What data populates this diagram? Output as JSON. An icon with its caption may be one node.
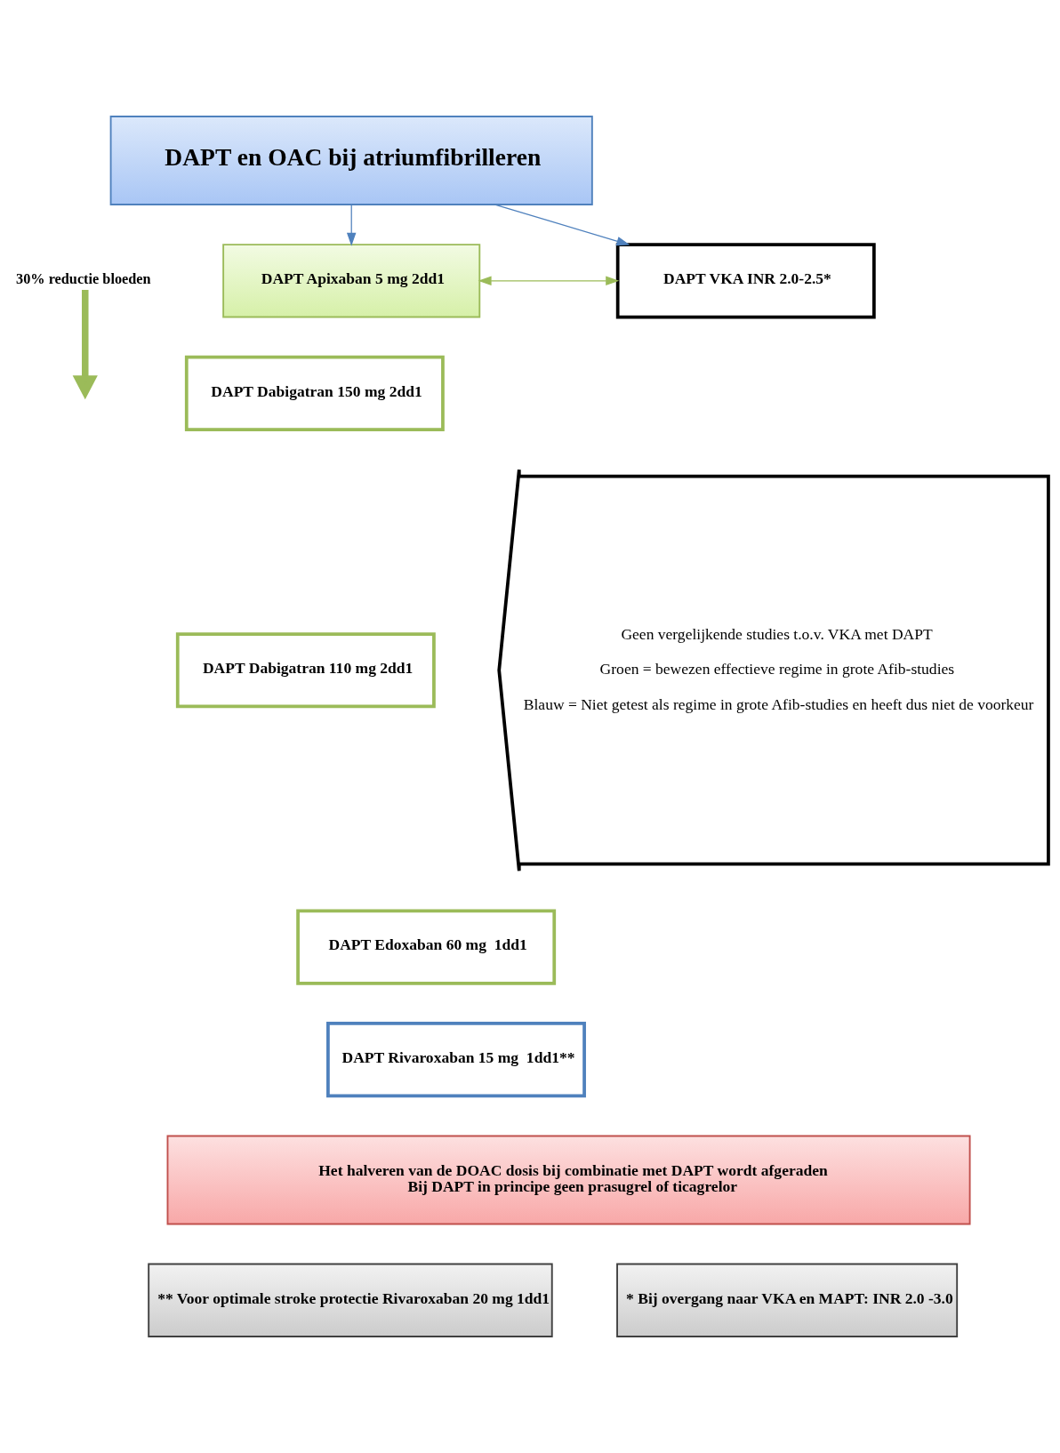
{
  "diagram": {
    "nodes": [
      {
        "text": [
          "DAPT en OAC bij atriumfibrilleren"
        ]
      },
      {
        "text": [
          "30% reductie bloeden"
        ]
      },
      {
        "text": [
          "DAPT Apixaban 5 mg 2dd1"
        ]
      },
      {
        "text": [
          "DAPT VKA INR 2.0-2.5*"
        ]
      },
      {
        "text": [
          "DAPT Dabigatran 150 mg 2dd1"
        ]
      },
      {
        "text": [
          "DAPT Dabigatran 110 mg 2dd1"
        ]
      },
      {
        "text": [
          "DAPT Edoxaban 60 mg  1dd1"
        ]
      },
      {
        "text": [
          "DAPT Rivaroxaban 15 mg  1dd1**"
        ]
      },
      {
        "text": [
          "Geen vergelijkende studies t.o.v. VKA met DAPT",
          "Groen = bewezen effectieve regime in grote Afib-studies",
          "Blauw = Niet getest als regime in grote Afib-studies en heeft dus niet de voorkeur"
        ]
      },
      {
        "text": [
          "Het halveren van de DOAC dosis bij combinatie met DAPT wordt afgeraden",
          "Bij DAPT in principe geen prasugrel of ticagrelor"
        ]
      },
      {
        "text": [
          "** Voor optimale stroke protectie Rivaroxaban 20 mg 1dd1"
        ]
      },
      {
        "text": [
          "* Bij overgang naar VKA en MAPT: INR 2.0 -3.0"
        ]
      }
    ],
    "edges": [
      {
        "from": 0,
        "to": 2,
        "arrow": "to"
      },
      {
        "from": 0,
        "to": 3,
        "arrow": "to"
      },
      {
        "from": 1,
        "to": null,
        "arrow": "to",
        "style": "thick",
        "color": "#9bbb59"
      },
      {
        "from": 2,
        "to": 3,
        "arrow": "both",
        "color": "#9bbb59"
      }
    ]
  }
}
